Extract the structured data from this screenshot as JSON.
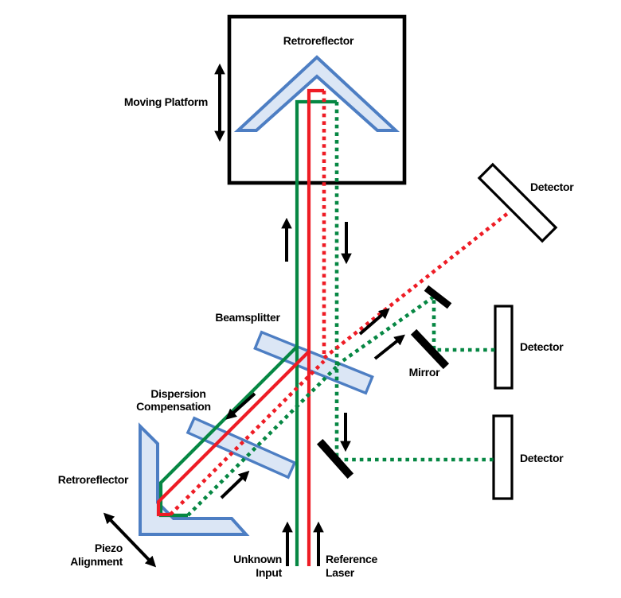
{
  "colors": {
    "red": "#ee1c25",
    "green": "#068743",
    "blue_stroke": "#4d7ec3",
    "blue_fill": "#dbe6f5",
    "black": "#000000",
    "white": "#ffffff"
  },
  "labels": {
    "retroreflector_top": "Retroreflector",
    "moving_platform": "Moving Platform",
    "detector_top": "Detector",
    "detector_middle": "Detector",
    "detector_bottom": "Detector",
    "beamsplitter": "Beamsplitter",
    "mirror": "Mirror",
    "dispersion_line1": "Dispersion",
    "dispersion_line2": "Compensation",
    "retroreflector_bottom": "Retroreflector",
    "piezo_line1": "Piezo",
    "piezo_line2": "Alignment",
    "unknown_line1": "Unknown",
    "unknown_line2": "Input",
    "reference_line1": "Reference",
    "reference_line2": "Laser"
  }
}
